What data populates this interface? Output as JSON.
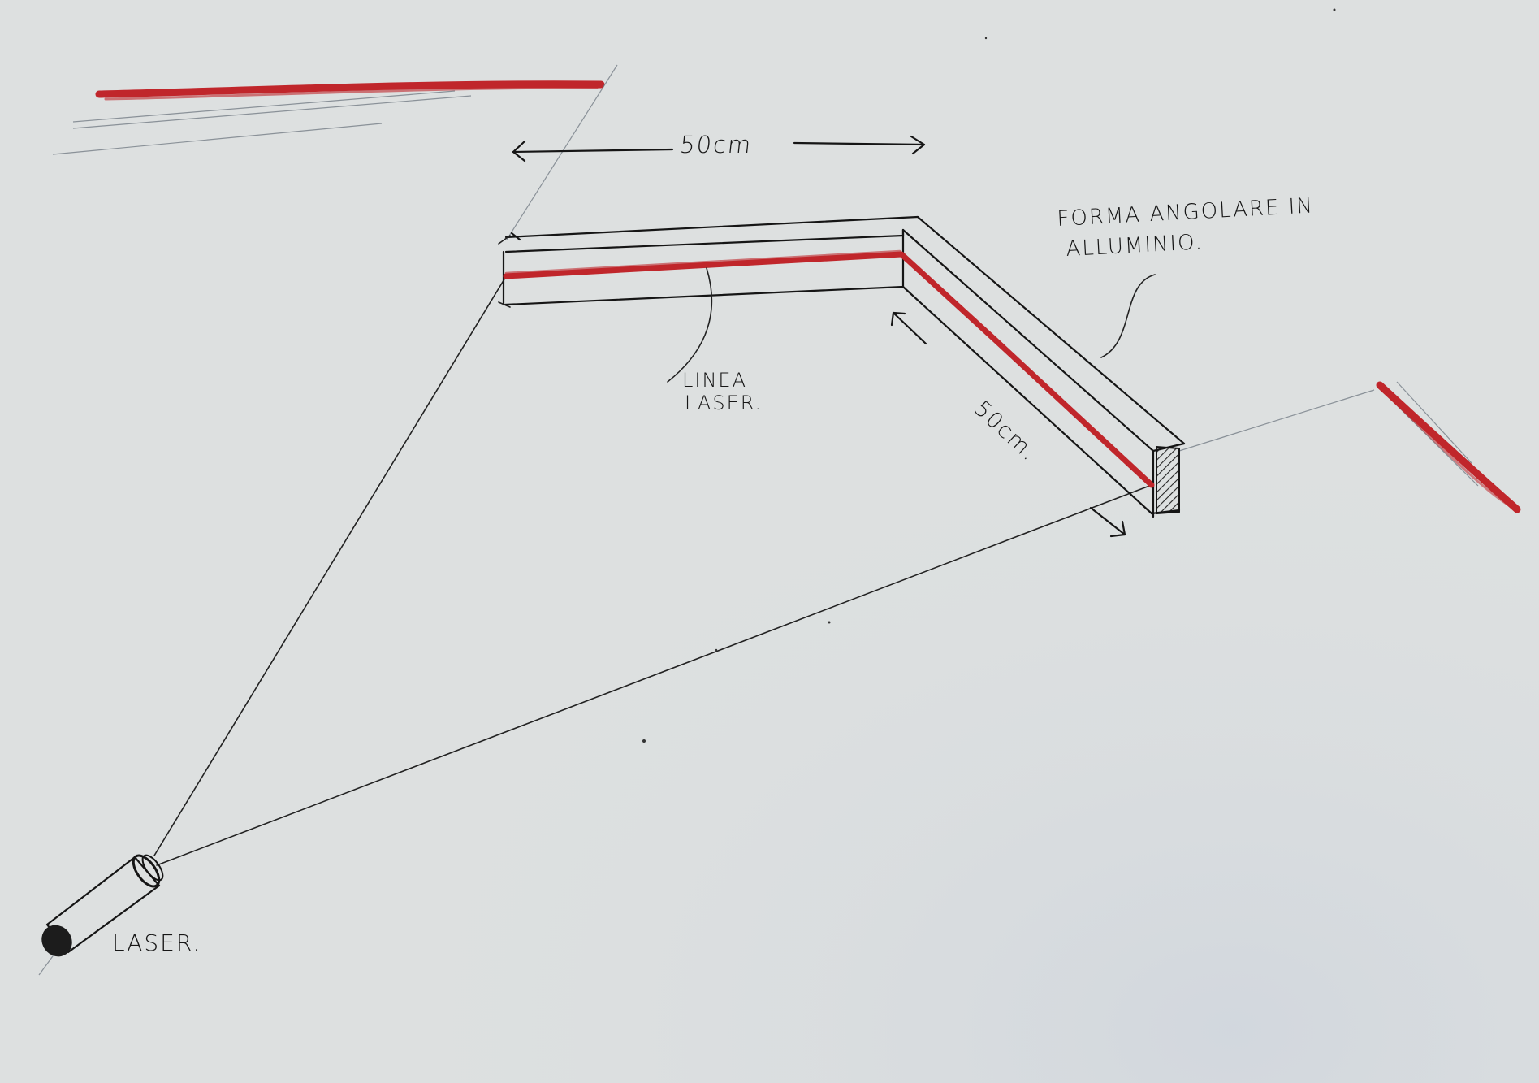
{
  "labels": {
    "top_dimension": "50cm",
    "side_dimension": "50cm.",
    "profile_line1": "FORMA ANGOLARE IN",
    "profile_line2": "ALLUMINIO.",
    "laser_line1": "LINEA",
    "laser_line2": "LASER.",
    "laser_device": "LASER."
  },
  "colors": {
    "paper": "#dde0e0",
    "ink": "#1a1a1a",
    "laser_line": "#c0262b"
  }
}
